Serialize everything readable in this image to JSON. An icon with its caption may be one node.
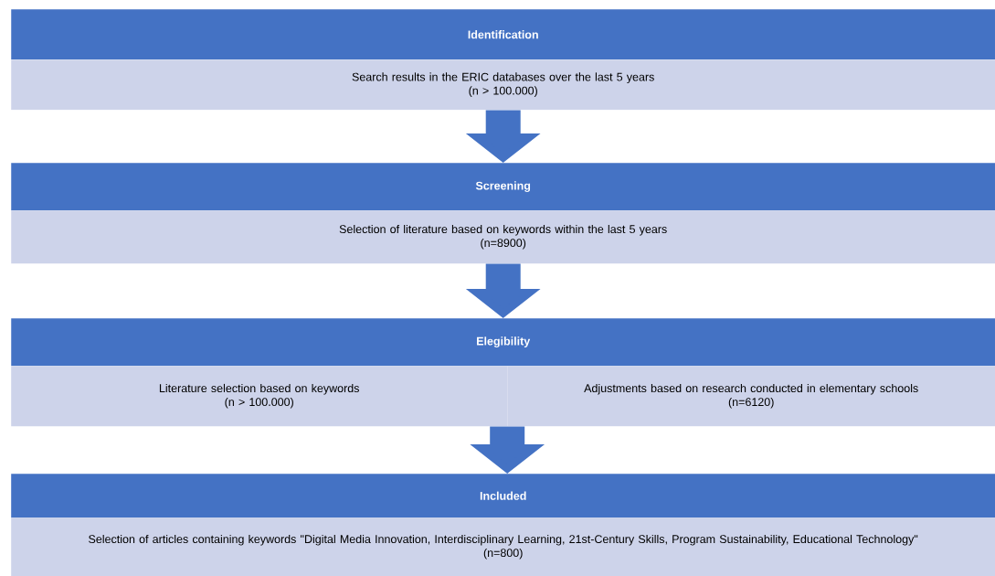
{
  "diagram": {
    "nodes": [
      {
        "text": [
          "Identification"
        ]
      },
      {
        "text": [
          "Search results in the ERIC databases over the last 5 years",
          "(n > 100.000)"
        ]
      },
      {
        "text": [
          "Screening"
        ]
      },
      {
        "text": [
          "Selection of literature based on keywords within the last 5 years",
          "(n=8900)"
        ]
      },
      {
        "text": [
          "Elegibility"
        ]
      },
      {
        "text": [
          "Literature selection based on keywords",
          "(n > 100.000)"
        ]
      },
      {
        "text": [
          "Adjustments based on research conducted in elementary schools",
          "(n=6120)"
        ]
      },
      {
        "text": [
          "Included"
        ]
      },
      {
        "text": [
          "Selection of articles containing keywords \"Digital Media Innovation, Interdisciplinary Learning, 21st-Century Skills, Program Sustainability, Educational Technology\"",
          "(n=800)"
        ]
      }
    ],
    "edges": [
      {
        "from": 1,
        "to": 2,
        "arrow": "to"
      },
      {
        "from": 3,
        "to": 4,
        "arrow": "to"
      },
      {
        "from": 5,
        "to": 7,
        "arrow": "to"
      },
      {
        "from": 6,
        "to": 7,
        "arrow": "to"
      }
    ]
  }
}
